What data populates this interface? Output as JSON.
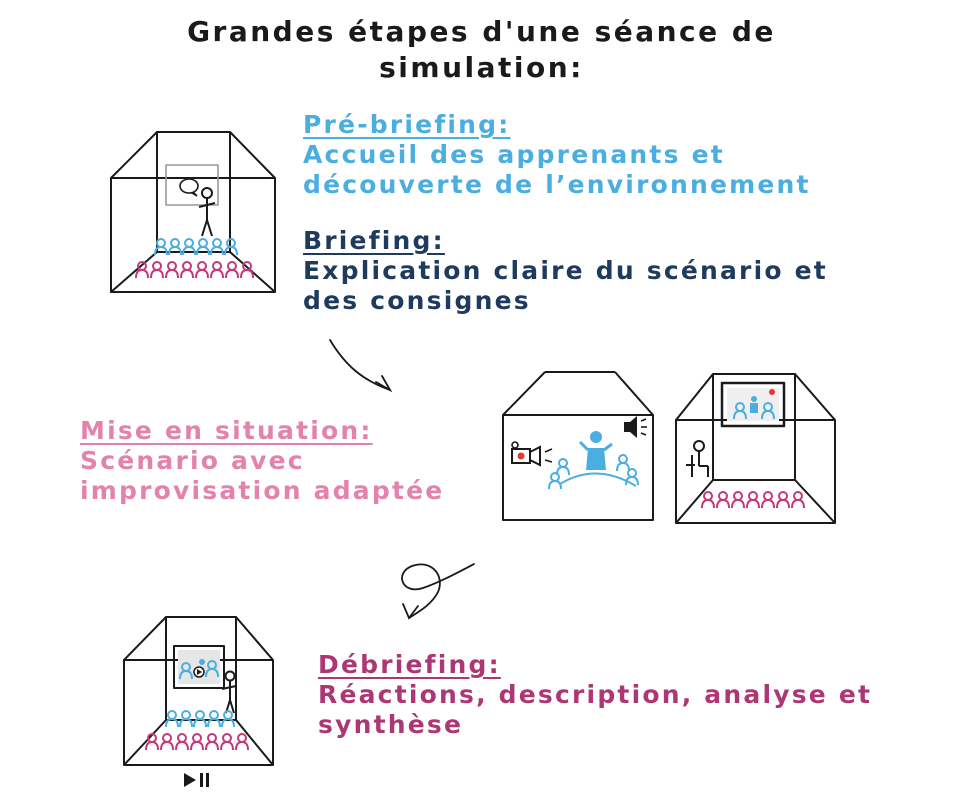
{
  "title": {
    "line1": "Grandes étapes d'une séance de",
    "line2": "simulation:"
  },
  "steps": {
    "prebriefing": {
      "heading": "Pré-briefing:",
      "line1": "Accueil des apprenants et",
      "line2": "découverte de l’environnement",
      "color": "#4aaee0"
    },
    "briefing": {
      "heading": "Briefing:",
      "line1": "Explication claire du scénario et",
      "line2": "des consignes",
      "color": "#1e3a5c"
    },
    "mise": {
      "heading": "Mise en situation:",
      "line1": "Scénario avec",
      "line2": "improvisation adaptée",
      "color": "#e383ad"
    },
    "debriefing": {
      "heading": "Débriefing:",
      "line1": "Réactions, description, analyse et",
      "line2": "synthèse",
      "color": "#ad3775"
    }
  },
  "colors": {
    "ink": "#1a1a1a",
    "blue": "#4aaee0",
    "magenta": "#c23a7c",
    "record": "#e23b2e"
  },
  "icons": [
    "room-icon",
    "speech-bubble-icon",
    "video-camera-icon",
    "speaker-icon",
    "play-pause-icon",
    "arrow-icon"
  ]
}
